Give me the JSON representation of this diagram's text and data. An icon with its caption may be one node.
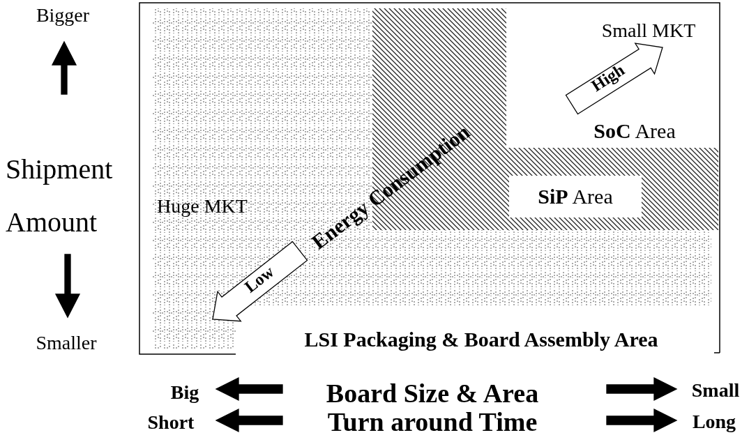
{
  "diagram": {
    "nodes": [
      {
        "text": [],
        "shape": "box"
      },
      {
        "text": [
          "**SiP** Area"
        ],
        "in": 0
      }
    ],
    "edges": [],
    "labels": [
      "Bigger",
      "Shipment Amount",
      "Smaller",
      "Huge MKT",
      "Small MKT",
      "High",
      "Energy Consumption",
      "Low",
      "**SoC** Area",
      "LSI Packaging & Board Assembly Area",
      "Big",
      "Board Size & Area",
      "Small",
      "Short",
      "Turn around Time",
      "Long"
    ]
  }
}
